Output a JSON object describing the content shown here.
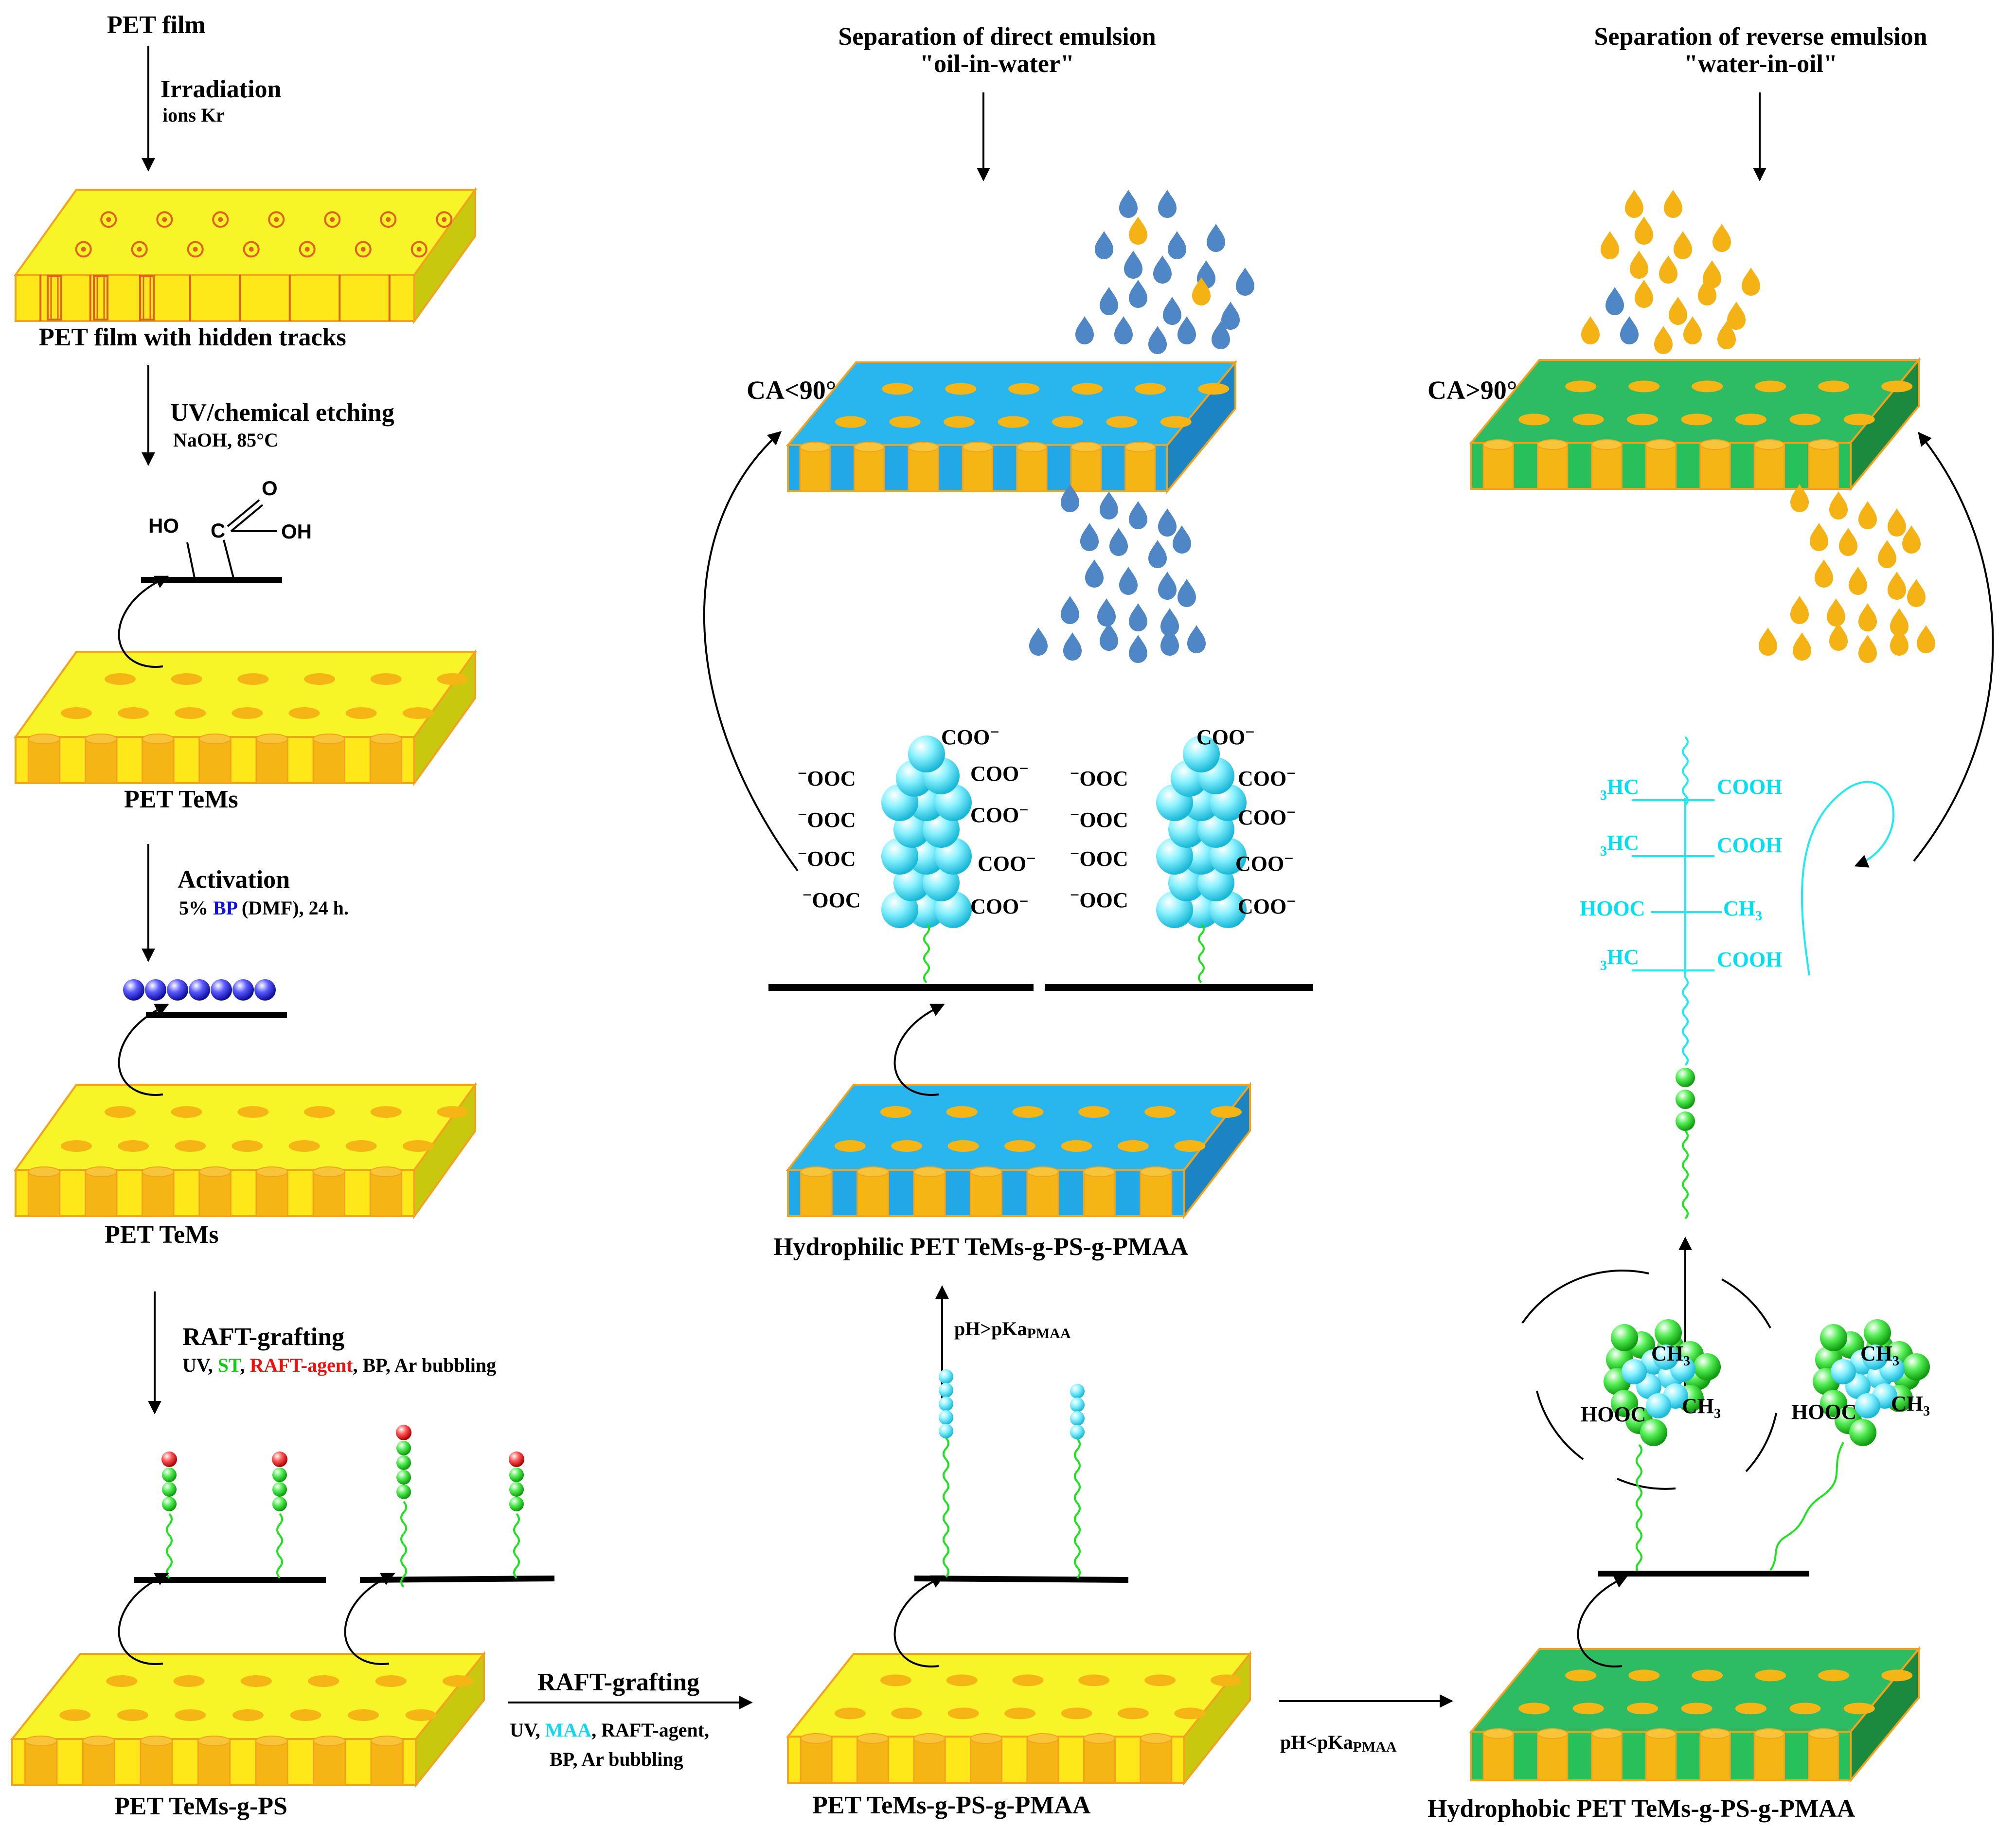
{
  "colors": {
    "pet_top": "#f7f428",
    "pet_front": "#ffe81a",
    "pet_side": "#c8c80e",
    "pore": "#f2a21c",
    "pore_fill": "#f5b515",
    "hydrophilic_top": "#29b6ee",
    "hydrophilic_side": "#1d84c4",
    "hydrophobic_top": "#2dbb63",
    "hydrophobic_side": "#1c8a3e",
    "water_drop": "#4f86c6",
    "oil_drop": "#f5b215",
    "ps_chain": "#22e022",
    "pmaa_chain": "#22e8f0",
    "bp_bead": "#1a1acc",
    "raft_end": "#ee1111",
    "text_blue": "#1010e0",
    "text_green": "#11cc11",
    "text_red": "#ee1111",
    "text_cyan": "#11d8f0"
  },
  "column1": {
    "start_label": "PET film",
    "step1_title": "Irradiation",
    "step1_cond": "ions Kr",
    "film1_label": "PET film with hidden tracks",
    "step2_title": "UV/chemical etching",
    "step2_cond": "NaOH, 85°C",
    "chem_ho": "HO",
    "chem_c": "C",
    "chem_o": "O",
    "chem_oh": "OH",
    "film2_label": "PET TeMs",
    "step3_title": "Activation",
    "step3_cond_a": "5% ",
    "step3_cond_bp": "BP",
    "step3_cond_b": " (DMF), 24 h.",
    "film3_label": "PET TeMs",
    "step4_title": "RAFT-grafting",
    "step4_cond_a": "UV, ",
    "step4_cond_st": "ST",
    "step4_cond_sep": ", ",
    "step4_cond_raft": "RAFT-agent",
    "step4_cond_b": ", BP, Ar bubbling",
    "film4_label": "PET TeMs-g-PS"
  },
  "bottom_arrows": {
    "raft_title": "RAFT-grafting",
    "raft_cond_a": "UV, ",
    "raft_cond_maa": "MAA",
    "raft_cond_b": ", RAFT-agent,",
    "raft_cond_c": "BP, Ar bubbling",
    "ph_low_a": "pH<pKa",
    "ph_low_sub": "PMAA"
  },
  "column2": {
    "top_title": "Separation of direct emulsion",
    "top_subtitle": "\"oil-in-water\"",
    "ca_label": "CA<90°",
    "coo_minus": "COO",
    "ooc_minus": "OOC",
    "minus": "−",
    "hydrophilic_label": "Hydrophilic PET TeMs-g-PS-g-PMAA",
    "ph_high_a": "pH>pKa",
    "ph_high_sub": "PMAA",
    "film5_label": "PET TeMs-g-PS-g-PMAA"
  },
  "column3": {
    "top_title": "Separation of reverse emulsion",
    "top_subtitle": "\"water-in-oil\"",
    "ca_label": "CA>90°",
    "chem_h3c_sub": "3",
    "chem_hc": "HC",
    "chem_cooh": "COOH",
    "chem_hooc": "HOOC",
    "chem_ch": "CH",
    "chem_ch3_sub": "3",
    "coil_ch": "CH",
    "coil_sub": "3",
    "coil_hooc": "HOOC",
    "hydrophobic_label": "Hydrophobic PET TeMs-g-PS-g-PMAA"
  }
}
